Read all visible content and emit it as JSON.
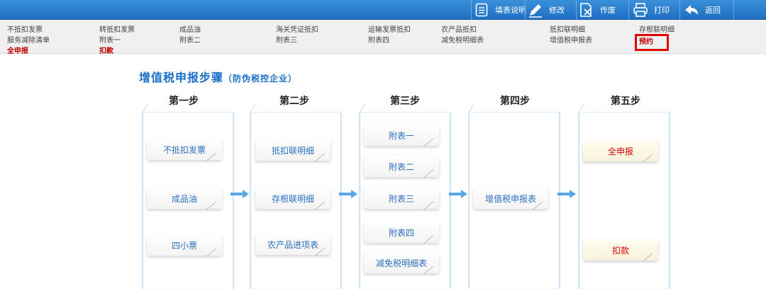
{
  "toolbar": {
    "fill_help": "填表说明",
    "modify": "修改",
    "void": "作废",
    "print": "打印",
    "back": "返回"
  },
  "menu": {
    "row1": [
      "不抵扣发票",
      "转抵扣发票",
      "成品油",
      "海关凭证抵扣",
      "运输发票抵扣",
      "农产品抵扣",
      "抵扣联明细",
      "存根联明细"
    ],
    "row2": [
      "服务减除清单",
      "附表一",
      "附表二",
      "附表三",
      "附表四",
      "减免税明细表",
      "增值税申报表",
      "预约"
    ],
    "row3": [
      "全申报",
      "扣款"
    ]
  },
  "title": {
    "main": "增值税申报步骤",
    "sub": "（防伪税控企业）"
  },
  "steps": [
    {
      "label": "第一步",
      "items": [
        "不抵扣发票",
        "成品油",
        "四小票"
      ]
    },
    {
      "label": "第二步",
      "items": [
        "抵扣联明细",
        "存根联明细",
        "农产品进项表"
      ]
    },
    {
      "label": "第三步",
      "items": [
        "附表一",
        "附表二",
        "附表三",
        "附表四",
        "减免税明细表"
      ]
    },
    {
      "label": "第四步",
      "items": [
        "增值税申报表"
      ]
    },
    {
      "label": "第五步",
      "items": [
        "全申报",
        "扣款"
      ]
    }
  ],
  "colors": {
    "toolbar_bg": "#2a7fd0",
    "accent_blue": "#1b6fc8",
    "card_text": "#2d6fbf",
    "red": "#d40000",
    "arrow": "#5aa6e6"
  }
}
